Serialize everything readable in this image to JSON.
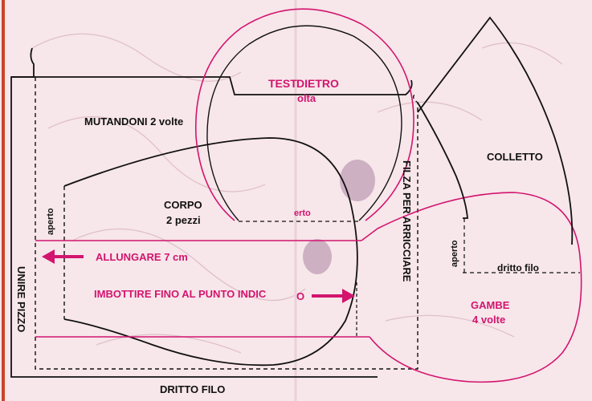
{
  "colors": {
    "paper": "#f7e6ea",
    "ink": "#111111",
    "accent": "#d2156e",
    "spine": "#c9452a",
    "ghost": "#d9b7c1"
  },
  "labels": {
    "testa_a": "TEST",
    "testa_b": "DIETRO",
    "volta": "olta",
    "mutandoni": "MUTANDONI 2 volte",
    "corpo_1": "CORPO",
    "corpo_2": "2 pezzi",
    "aperto_left": "aperto",
    "aperto_mid": "erto",
    "allungare": "ALLUNGARE 7 cm",
    "imbottire_a": "IMBOTTIRE FINO AL PUNTO INDIC",
    "imbottire_b": "O",
    "unire_pizzo": "UNIRE PIZZO",
    "filza": "FILZA PER ARRICCIARE",
    "colletto": "COLLETTO",
    "aperto_right": "aperto",
    "dritto_filo_right": "dritto filo",
    "gambe_1": "GAMBE",
    "gambe_2": "4 volte",
    "dritto_filo_bottom": "DRITTO FILO"
  }
}
